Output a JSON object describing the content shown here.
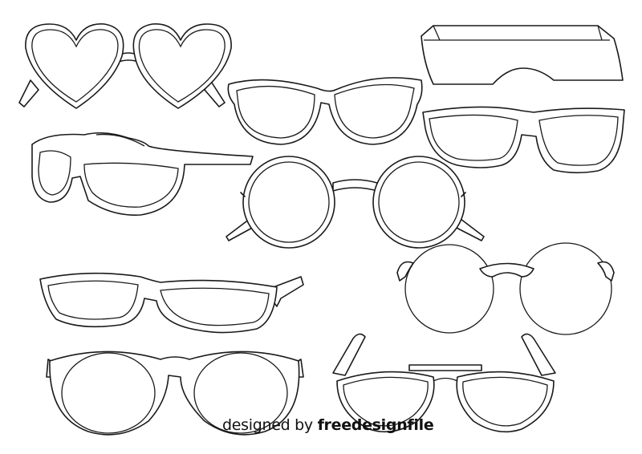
{
  "illustration": {
    "line_color": "#1a1a1a",
    "background": "#ffffff",
    "items": [
      "heart-sunglasses",
      "cat-eye-glasses",
      "shield-sunglasses",
      "rectangular-sunglasses",
      "sport-wrap-sunglasses",
      "round-glasses",
      "rectangle-glasses",
      "rimless-round-glasses",
      "pantos-glasses",
      "aviator-sunglasses"
    ]
  },
  "watermark": {
    "prefix": "designed by",
    "brand": "freedesignfile"
  }
}
